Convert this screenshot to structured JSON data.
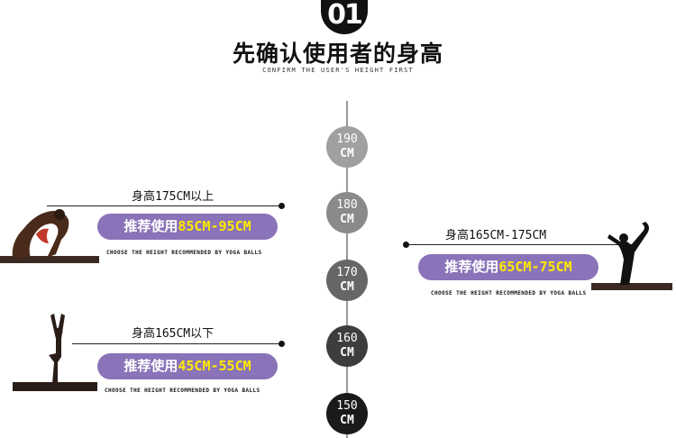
{
  "header": {
    "step_number": "01",
    "title": "先确认使用者的身高",
    "subtitle": "CONFIRM THE USER'S HEIGHT FIRST"
  },
  "scale": [
    {
      "value": "190",
      "unit": "CM",
      "color": "#a0a0a0"
    },
    {
      "value": "180",
      "unit": "CM",
      "color": "#8a8a8a"
    },
    {
      "value": "170",
      "unit": "CM",
      "color": "#666666"
    },
    {
      "value": "160",
      "unit": "CM",
      "color": "#3d3d3d"
    },
    {
      "value": "150",
      "unit": "CM",
      "color": "#1a1a1a"
    }
  ],
  "recommendations": [
    {
      "height_range": "身高175CM以上",
      "recommend_prefix": "推荐使用",
      "ball_size": "85CM-95CM",
      "note": "CHOOSE THE HEIGHT RECOMMENDED BY YOGA BALLS"
    },
    {
      "height_range": "身高165CM-175CM",
      "recommend_prefix": "推荐使用",
      "ball_size": "65CM-75CM",
      "note": "CHOOSE THE HEIGHT RECOMMENDED BY YOGA BALLS"
    },
    {
      "height_range": "身高165CM以下",
      "recommend_prefix": "推荐使用",
      "ball_size": "45CM-55CM",
      "note": "CHOOSE THE HEIGHT RECOMMENDED BY YOGA BALLS"
    }
  ],
  "colors": {
    "pill": "#8a73b8",
    "highlight": "#ffe900"
  }
}
